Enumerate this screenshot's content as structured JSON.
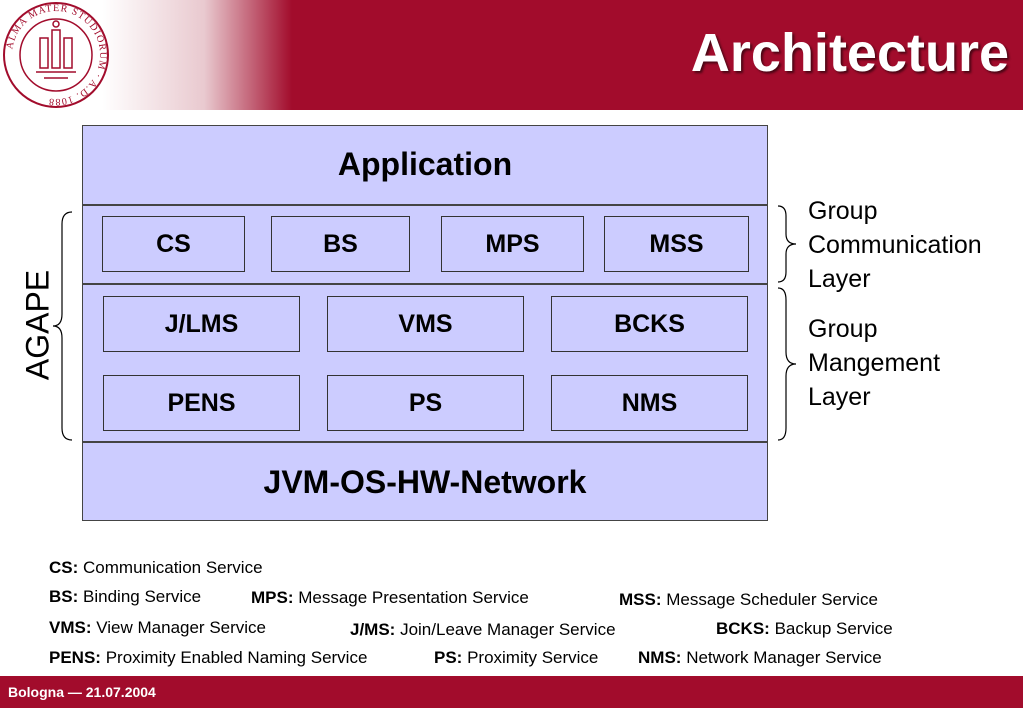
{
  "slide": {
    "title": "Architecture",
    "footer": "Bologna — 21.07.2004",
    "seal": {
      "text": "ALMA MATER STUDIORUM · A.D. 1088",
      "color": "#a20c2c"
    }
  },
  "colors": {
    "brand": "#a20c2c",
    "box_fill": "#ccccff",
    "box_border": "#333333"
  },
  "diagram": {
    "application": "Application",
    "communication_services": [
      "CS",
      "BS",
      "MPS",
      "MSS"
    ],
    "management_row_1": [
      "J/LMS",
      "VMS",
      "BCKS"
    ],
    "management_row_2": [
      "PENS",
      "PS",
      "NMS"
    ],
    "base": "JVM-OS-HW-Network",
    "agape_label": "AGAPE",
    "group_communication_layer": [
      "Group",
      "Communication",
      "Layer"
    ],
    "group_management_layer": [
      "Group",
      "Mangement",
      "Layer"
    ]
  },
  "legend": [
    {
      "abbr": "CS:",
      "text": "Communication Service"
    },
    {
      "abbr": "BS:",
      "text": "Binding Service"
    },
    {
      "abbr": "MPS:",
      "text": "Message Presentation Service"
    },
    {
      "abbr": "MSS:",
      "text": "Message Scheduler Service"
    },
    {
      "abbr": "VMS:",
      "text": "View Manager Service"
    },
    {
      "abbr": "J/MS:",
      "text": "Join/Leave Manager Service"
    },
    {
      "abbr": "BCKS:",
      "text": "Backup Service"
    },
    {
      "abbr": "PENS:",
      "text": "Proximity Enabled Naming Service"
    },
    {
      "abbr": "PS:",
      "text": "Proximity Service"
    },
    {
      "abbr": "NMS:",
      "text": "Network Manager Service"
    }
  ]
}
